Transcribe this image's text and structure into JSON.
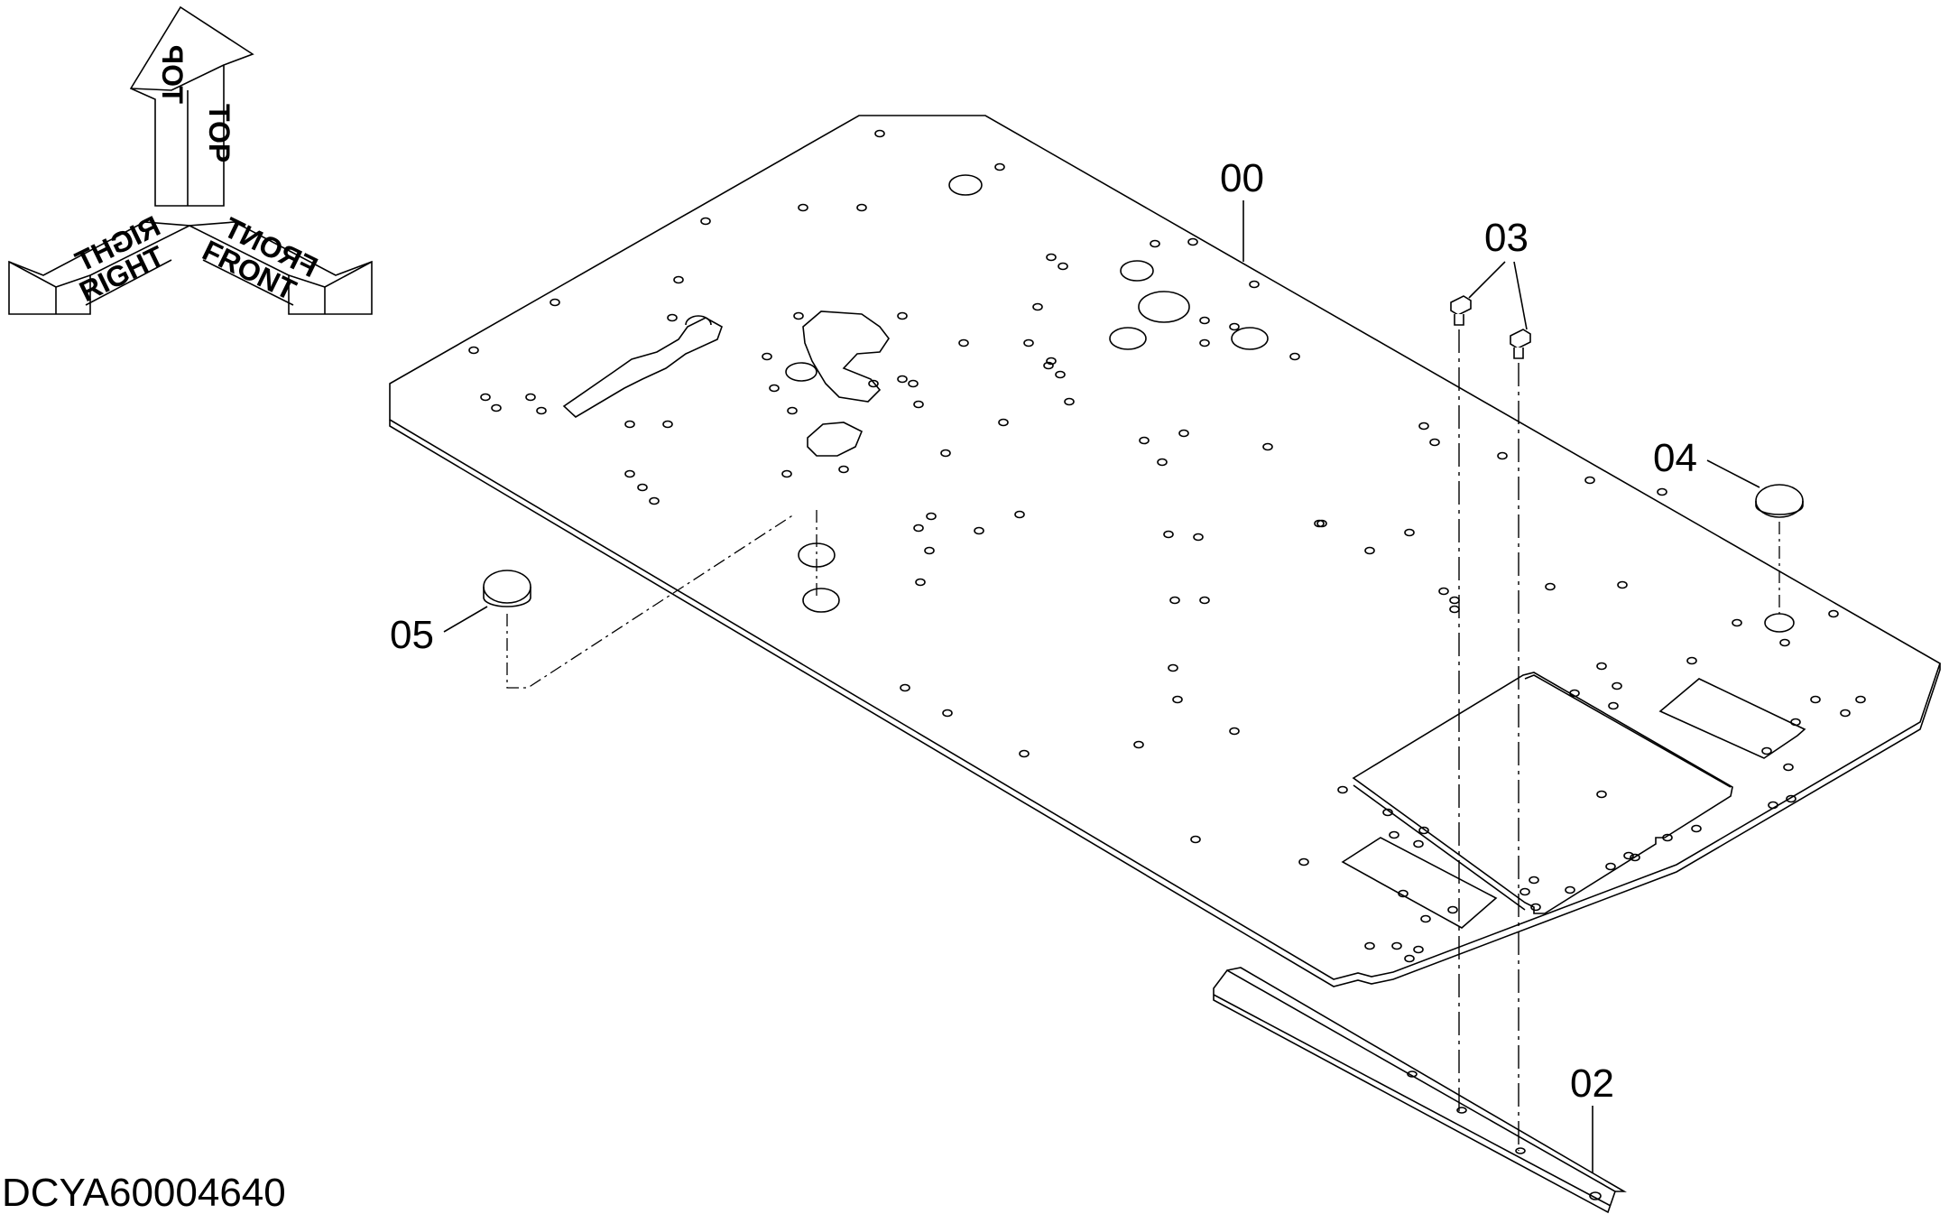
{
  "diagram": {
    "orientation_labels": {
      "top": "TOP",
      "right": "RIGHT",
      "front": "FRONT"
    },
    "callouts": [
      {
        "id": "00",
        "label": "00"
      },
      {
        "id": "02",
        "label": "02"
      },
      {
        "id": "03",
        "label": "03"
      },
      {
        "id": "04",
        "label": "04"
      },
      {
        "id": "05",
        "label": "05"
      }
    ],
    "drawing_number": "DCYA60004640"
  }
}
